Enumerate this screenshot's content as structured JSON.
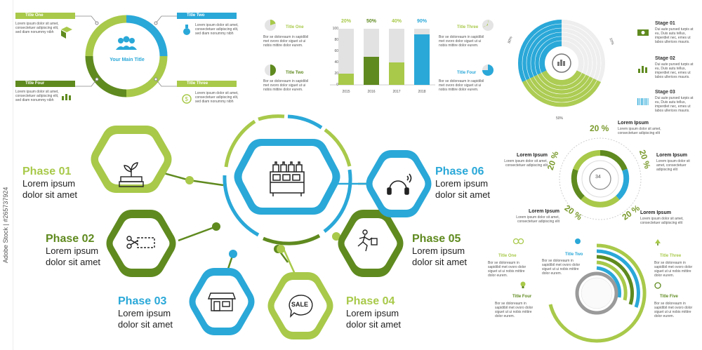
{
  "colors": {
    "blue": "#2aa8d8",
    "lime": "#a8c94a",
    "olive": "#5f8a1f",
    "gray": "#9a9a9a"
  },
  "stock_id": "Adobe Stock | #265737924",
  "panel1": {
    "main_title": "Your Main Title",
    "titles": [
      "Title One",
      "Title Two",
      "Title Three",
      "Title Four"
    ],
    "body": "Lorem ipsum dolor sit amet, consectetuer adipiscing elit, sed diam nonummy nibh"
  },
  "panel2": {
    "left_titles": [
      "Title One",
      "Title Two"
    ],
    "right_titles": [
      "Title Three",
      "Title Four"
    ],
    "body": "Bor se doloreaum in sapidibil met ovoro dolor siguet ut ui nobis mittire dolor eurem."
  },
  "chart_data": {
    "type": "bar",
    "categories": [
      "2015",
      "2016",
      "2017",
      "2018"
    ],
    "values": [
      20,
      50,
      40,
      90
    ],
    "labels": [
      "20%",
      "50%",
      "40%",
      "90%"
    ],
    "y_ticks": [
      "100",
      "80",
      "60",
      "40",
      "20",
      "0"
    ],
    "ylim": [
      0,
      100
    ]
  },
  "panel3": {
    "stages": [
      "Stage 01",
      "Stage 02",
      "Stage 03"
    ],
    "body": "Dui aute pursed turpis at eu, Duis autu tellus, imperdiet nec, emes ut labos ullerices mauris.",
    "angles": [
      "80%",
      "10%",
      "50%"
    ]
  },
  "panel4": {
    "percents": [
      "20 %",
      "20 %",
      "20 %",
      "20 %",
      "20 %"
    ],
    "label": "Lorem Ipsum",
    "body": "Lorem ipsum dolor sit amet, consectetuer adipiscing elit",
    "center": "34"
  },
  "panel5": {
    "titles": [
      "Title One",
      "Title Two",
      "Title Three",
      "Title Four",
      "Title Five"
    ],
    "body": "Bor se doloreaum in sapidibil met ovoro dolor siguet ut ui nobis mittire dolor eurem."
  },
  "phases": [
    {
      "title": "Phase 01",
      "line1": "Lorem ipsum",
      "line2": "dolor sit amet"
    },
    {
      "title": "Phase 02",
      "line1": "Lorem ipsum",
      "line2": "dolor sit amet"
    },
    {
      "title": "Phase 03",
      "line1": "Lorem ipsum",
      "line2": "dolor sit amet"
    },
    {
      "title": "Phase 04",
      "line1": "Lorem ipsum",
      "line2": "dolor sit amet"
    },
    {
      "title": "Phase 05",
      "line1": "Lorem ipsum",
      "line2": "dolor sit amet"
    },
    {
      "title": "Phase 06",
      "line1": "Lorem ipsum",
      "line2": "dolor sit amet"
    }
  ],
  "sale_label": "SALE"
}
